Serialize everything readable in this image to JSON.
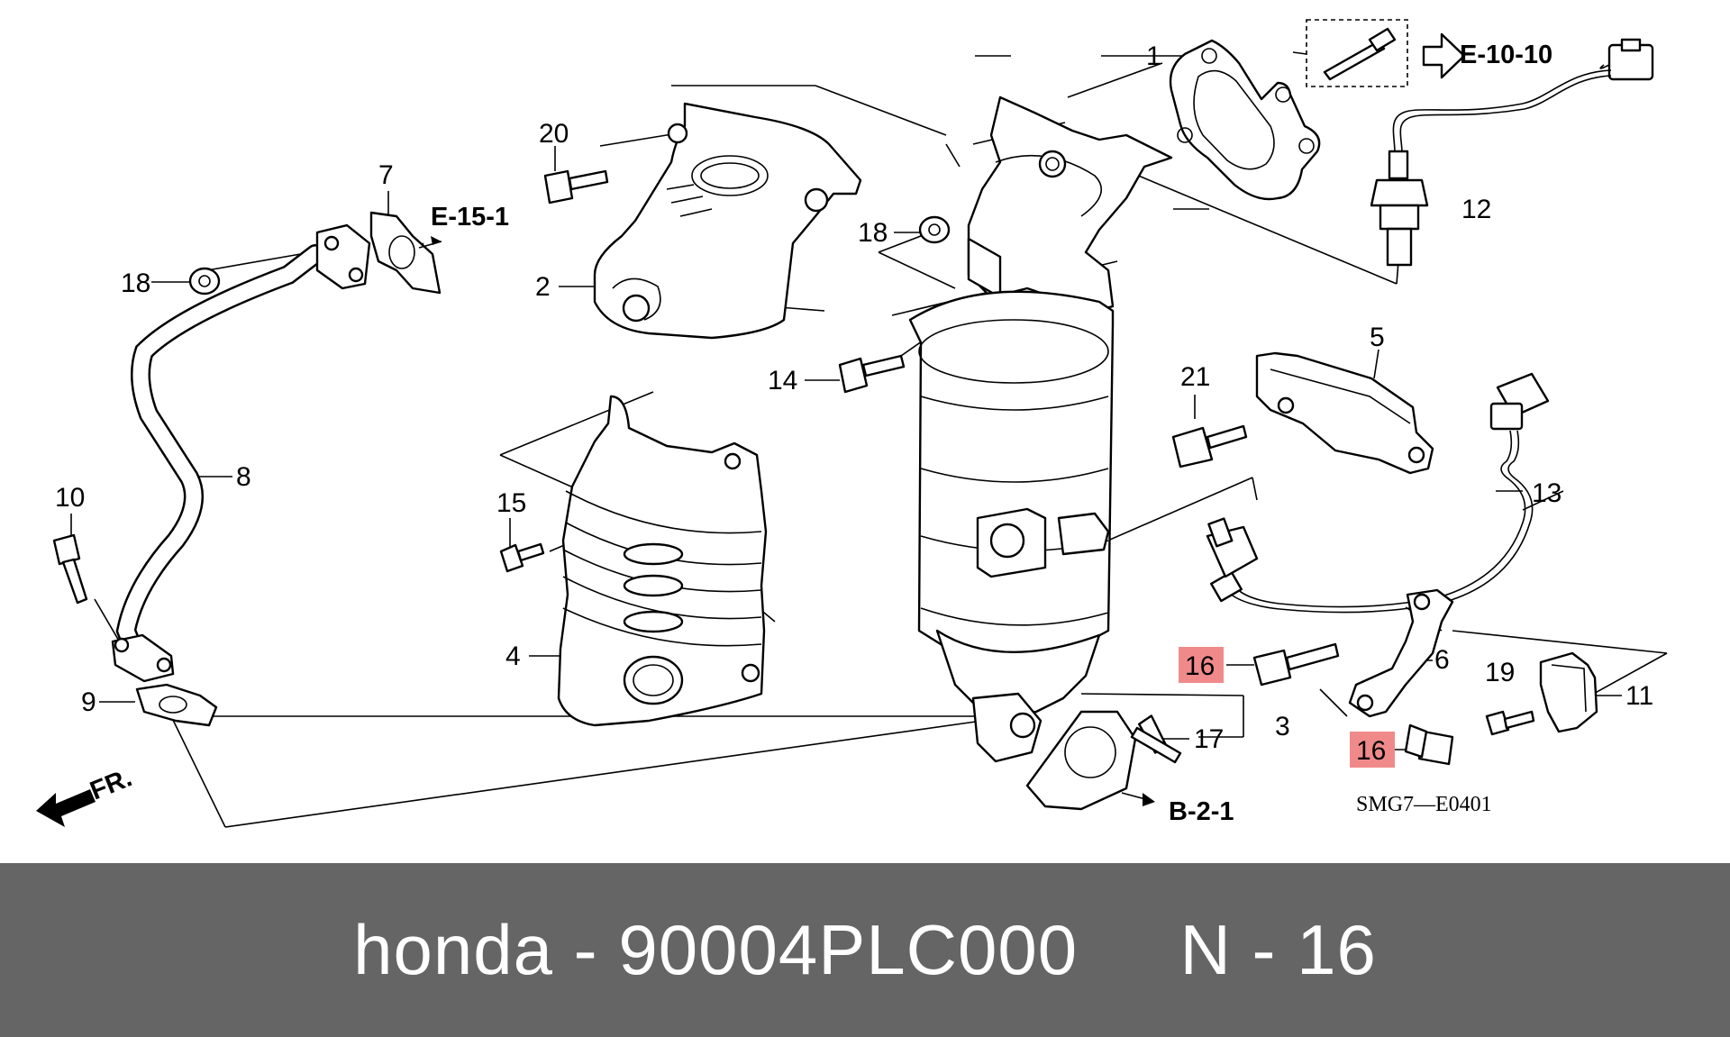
{
  "diagram": {
    "callouts": [
      "1",
      "2",
      "3",
      "4",
      "5",
      "6",
      "7",
      "8",
      "9",
      "10",
      "11",
      "12",
      "13",
      "14",
      "15",
      "16",
      "17",
      "18",
      "19",
      "20",
      "21"
    ],
    "highlighted_callout": "16",
    "references": [
      "E-10-10",
      "E-15-1",
      "B-2-1"
    ],
    "front_label": "FR.",
    "drawing_code": "SMG7—E0401",
    "colors": {
      "highlight": "#f08a8a",
      "ink": "#000000"
    }
  },
  "footer": {
    "brand": "honda",
    "separator": " - ",
    "part_number": "90004PLC000",
    "position": "N - 16",
    "background": "#656565"
  }
}
